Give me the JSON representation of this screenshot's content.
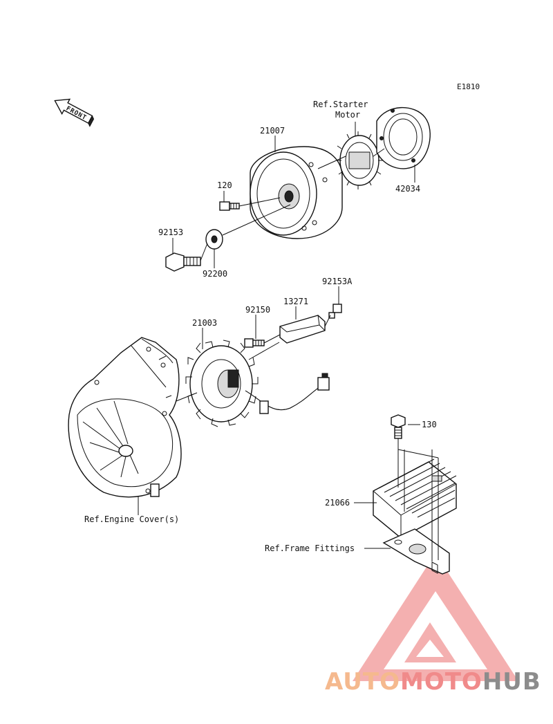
{
  "diagram_code": "E1810",
  "front_label": "FRONT",
  "refs": {
    "starter_line1": "Ref.Starter",
    "starter_line2": "Motor",
    "engine_cover": "Ref.Engine Cover(s)",
    "frame_fittings": "Ref.Frame Fittings"
  },
  "parts": {
    "rotor": "21007",
    "ring": "42034",
    "bolt_120": "120",
    "bolt_92153": "92153",
    "washer": "92200",
    "stator": "21003",
    "bolt_92150": "92150",
    "holder": "13271",
    "bolt_92153a": "92153A",
    "bolt_130": "130",
    "regulator": "21066"
  },
  "watermark": {
    "part1": "AUTO",
    "part2": "MOTO",
    "part3": "HUB",
    "color1": "#f5b98e",
    "color2": "#f08a8a",
    "color3": "#8c8c8c"
  }
}
